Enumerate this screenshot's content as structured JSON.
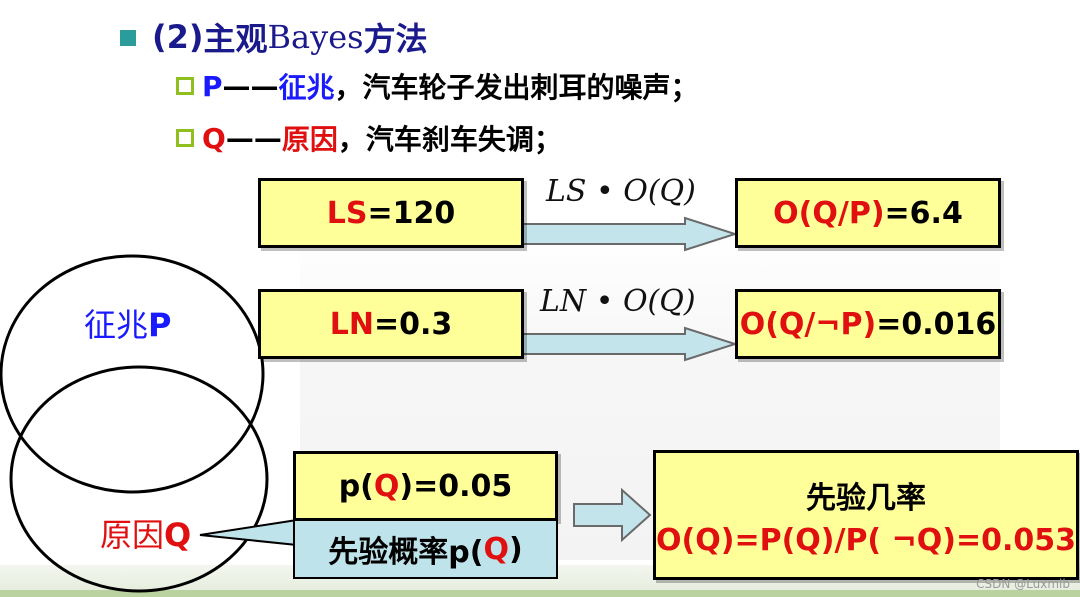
{
  "title": {
    "prefix": "(2)",
    "cjk1": "主观",
    "latin": "Bayes",
    "cjk2": "方法"
  },
  "line_p": {
    "letter": "P",
    "dash": "——",
    "term": "征兆",
    "rest": "，汽车轮子发出刺耳的噪声；"
  },
  "line_q": {
    "letter": "Q",
    "dash": "——",
    "term": "原因",
    "rest": "，汽车刹车失调；"
  },
  "ls_box": {
    "var": "LS",
    "val": "=120"
  },
  "ln_box": {
    "var": "LN",
    "val": "=0.3"
  },
  "formula_ls": "LS • O(Q)",
  "formula_ln": "LN • O(Q)",
  "oqp_box": {
    "left": "O(Q/P)",
    "val": "=6.4"
  },
  "oqnp_box": {
    "left": "O(Q/¬P)",
    "val": "=0.016"
  },
  "circle_p_label": {
    "cjk": "征兆",
    "letter": "P"
  },
  "circle_q_label": {
    "cjk": "原因",
    "letter": "Q"
  },
  "pq_box": {
    "pre": "p(",
    "q": "Q",
    "post": ")=0.05"
  },
  "prior_box": {
    "pre": "先验概率p(",
    "q": "Q",
    "post": ")"
  },
  "odds_box": {
    "line1": "先验几率",
    "line2": "O(Q)=P(Q)/P( ¬Q)=0.053"
  },
  "watermark": "CSDN @Luxmlb",
  "colors": {
    "blue": "#1a1aff",
    "red": "#e01010",
    "title": "#1a1a8c",
    "box_fill": "#ffff99",
    "callout_fill": "#bfe3ea",
    "arrow_fill": "#c4e4ec"
  }
}
